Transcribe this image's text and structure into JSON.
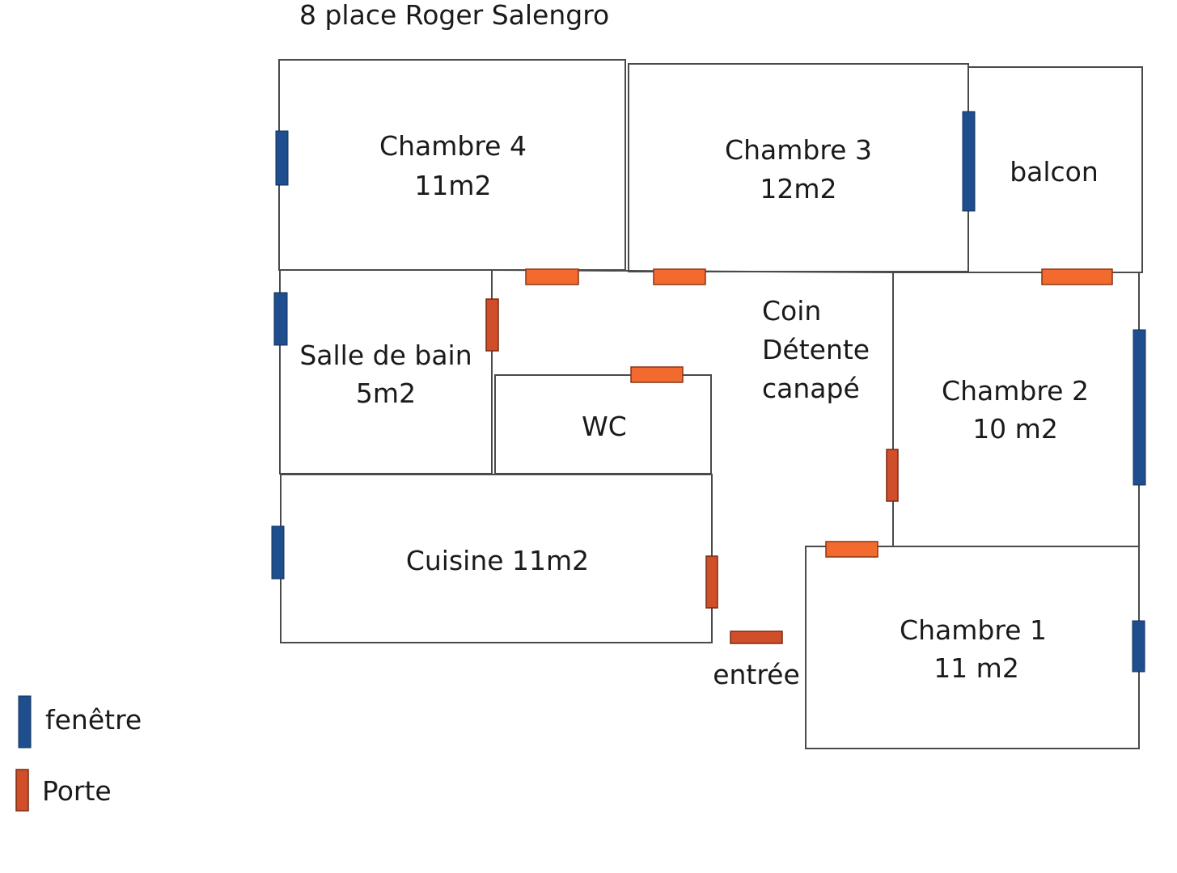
{
  "title": "8 place Roger Salengro",
  "rooms": {
    "chambre4": {
      "name": "Chambre 4",
      "area": "11m2"
    },
    "chambre3": {
      "name": "Chambre 3",
      "area": "12m2"
    },
    "balcon": {
      "name": "balcon"
    },
    "salle_de_bain": {
      "name": "Salle de bain",
      "area": "5m2"
    },
    "wc": {
      "name": "WC"
    },
    "coin_detente": {
      "line1": "Coin",
      "line2": "Détente",
      "line3": "canapé"
    },
    "chambre2": {
      "name": "Chambre 2",
      "area": "10 m2"
    },
    "cuisine": {
      "name": "Cuisine 11m2"
    },
    "entree": {
      "name": "entrée"
    },
    "chambre1": {
      "name": "Chambre 1",
      "area": "11 m2"
    }
  },
  "legend": {
    "window_label": "fenêtre",
    "door_label": "Porte",
    "window_color": "#1f4e8f",
    "door_color": "#d04f2a"
  },
  "colors": {
    "window": "#1f4e8f",
    "door_light": "#f26a2e",
    "door_dark": "#d04f2a",
    "wall": "#4a4a4a"
  }
}
